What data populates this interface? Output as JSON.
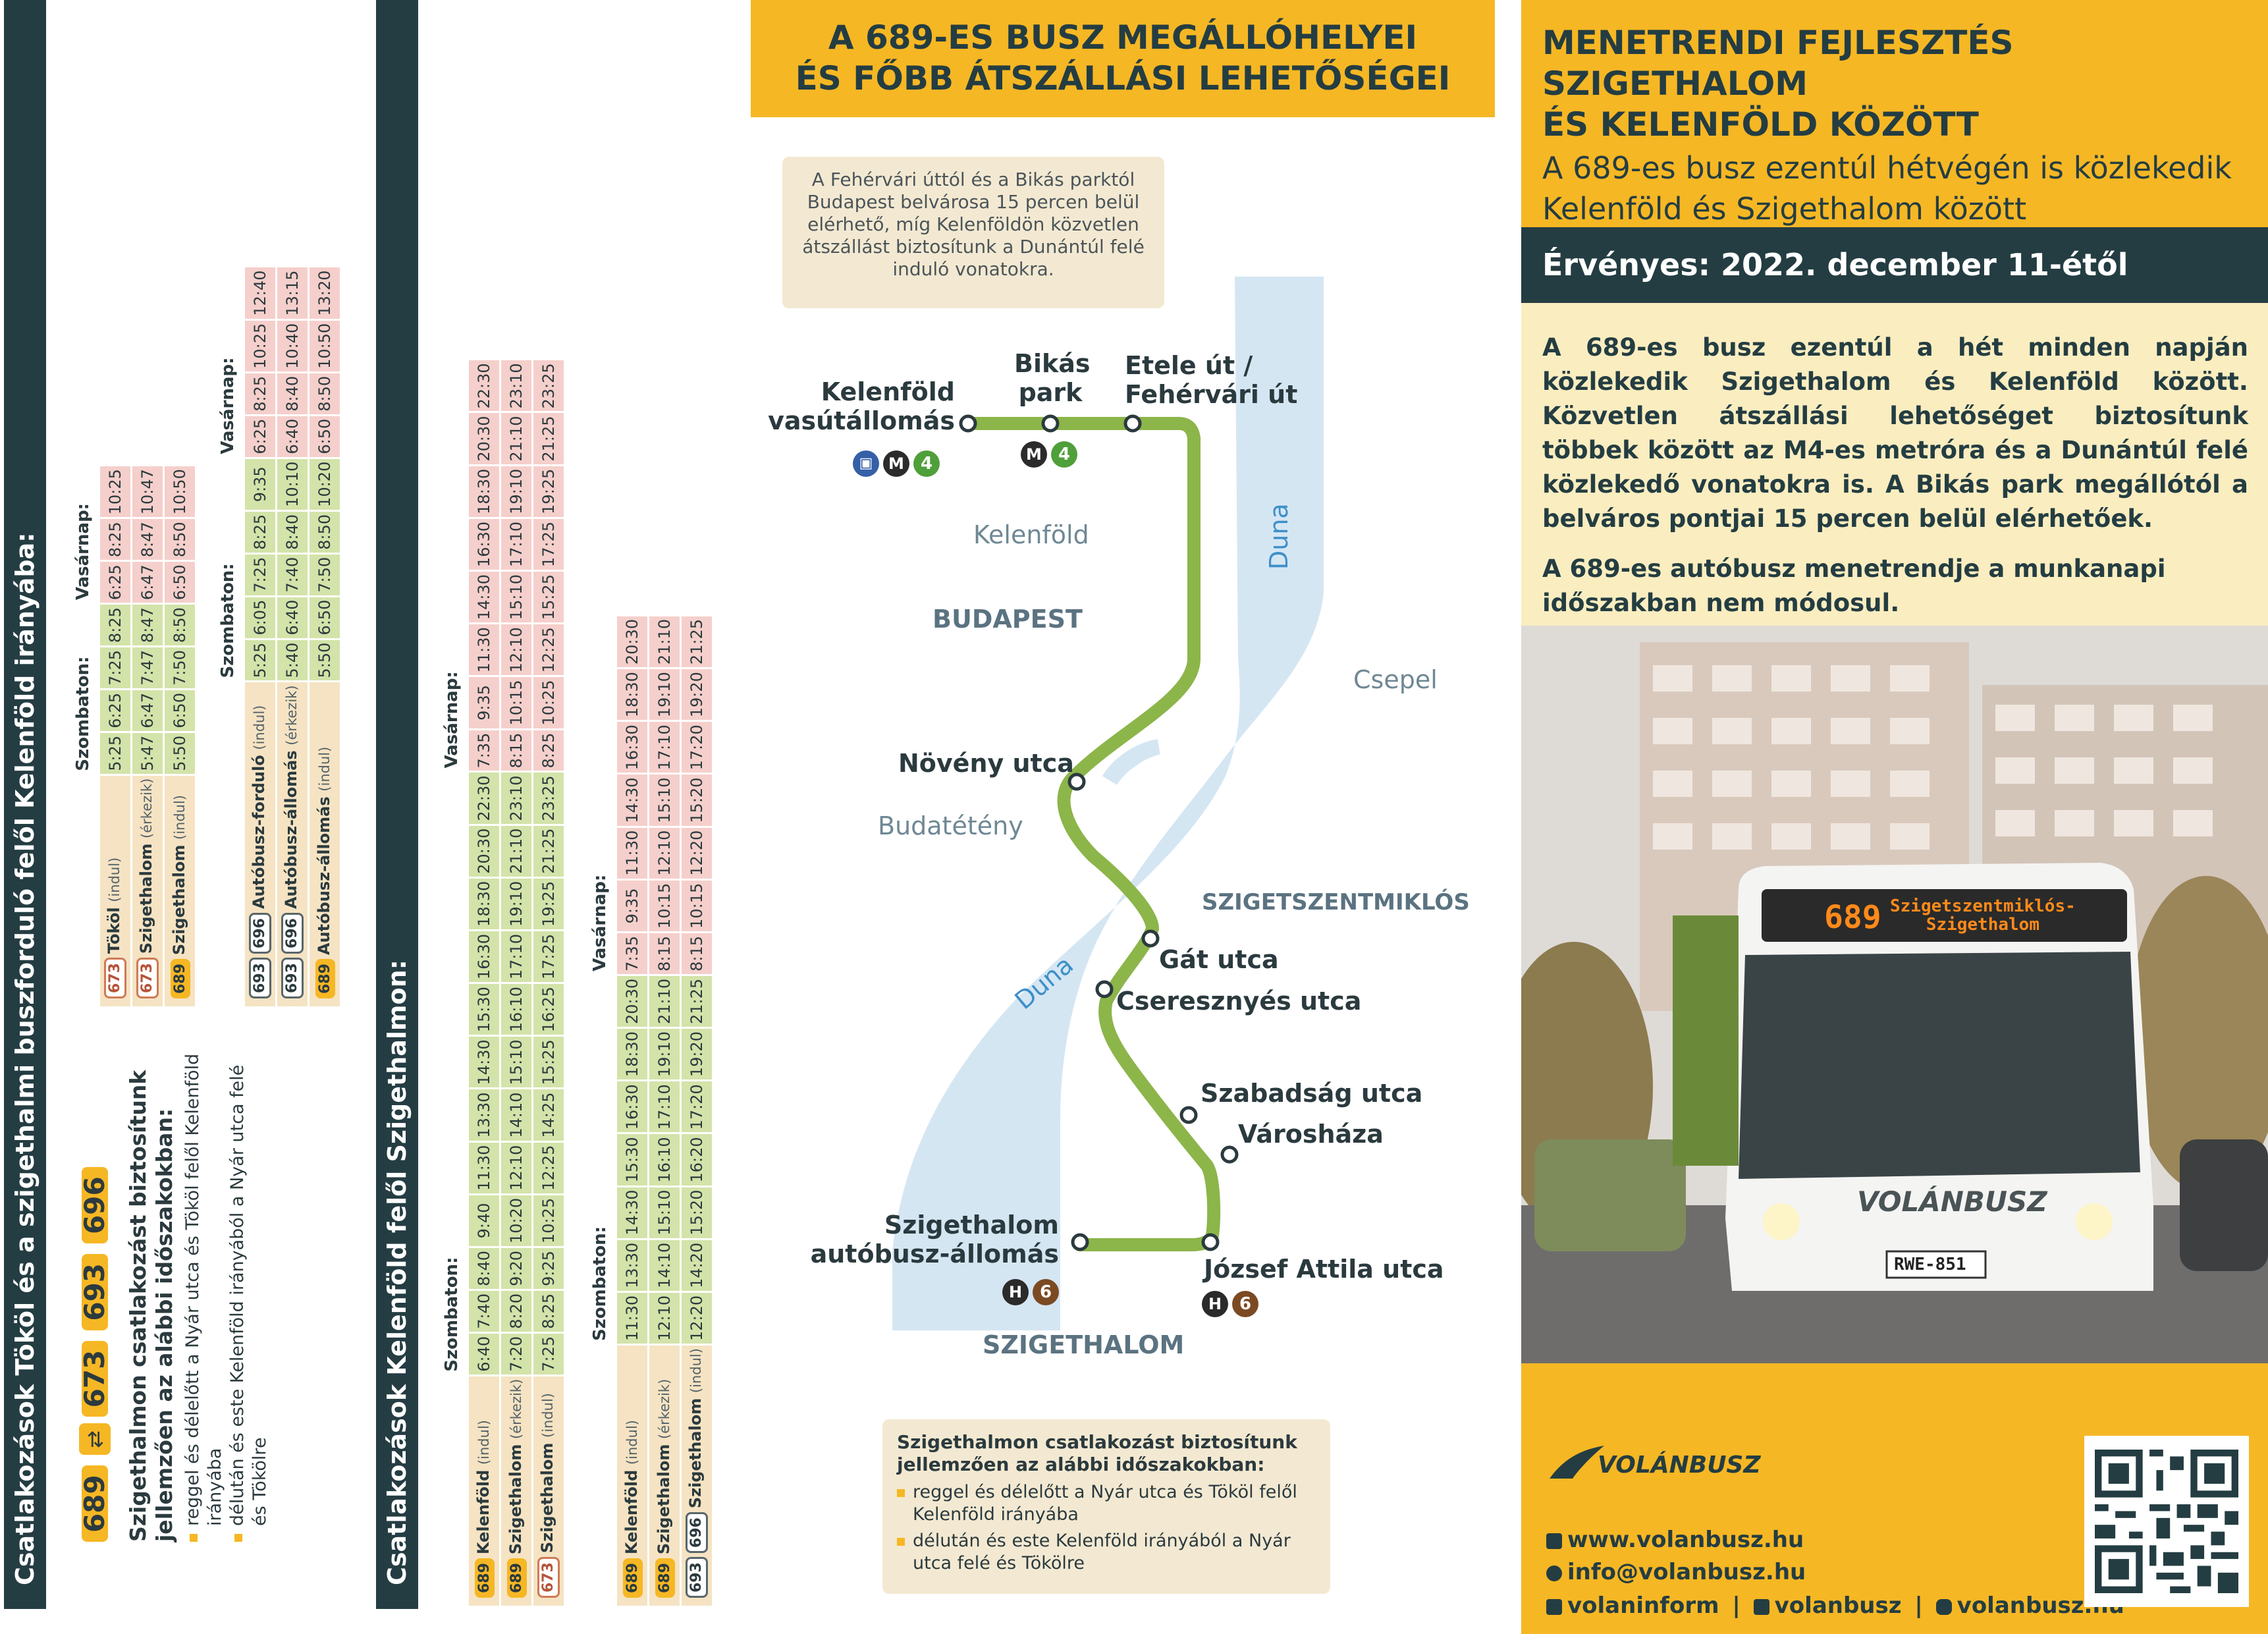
{
  "panel1": {
    "bar": "Csatlakozások Tököl és a szigethalmi buszforduló felől Kelenföld irányába:",
    "t1": {
      "sat_label": "Szombaton:",
      "sun_label": "Vasárnap:",
      "rows": [
        {
          "badges": [
            {
              "n": "673",
              "c": "o"
            }
          ],
          "stop": "Tököl",
          "note": "(indul)",
          "vals": [
            "5:25",
            "6:25",
            "7:25",
            "8:25",
            "6:25",
            "8:25",
            "10:25"
          ]
        },
        {
          "badges": [
            {
              "n": "673",
              "c": "o"
            }
          ],
          "stop": "Szigethalom",
          "note": "(érkezik)",
          "vals": [
            "5:47",
            "6:47",
            "7:47",
            "8:47",
            "6:47",
            "8:47",
            "10:47"
          ]
        },
        {
          "badges": [
            {
              "n": "689",
              "c": "y"
            }
          ],
          "stop": "Szigethalom",
          "note": "(indul)",
          "vals": [
            "5:50",
            "6:50",
            "7:50",
            "8:50",
            "6:50",
            "8:50",
            "10:50"
          ]
        }
      ]
    },
    "t2": {
      "sat_label": "Szombaton:",
      "sun_label": "Vasárnap:",
      "rows": [
        {
          "badges": [
            {
              "n": "693",
              "c": "w"
            },
            {
              "n": "696",
              "c": "w"
            }
          ],
          "stop": "Autóbusz-forduló",
          "note": "(indul)",
          "vals": [
            "5:25",
            "6:05",
            "7:25",
            "8:25",
            "9:35",
            "6:25",
            "8:25",
            "10:25",
            "12:40"
          ]
        },
        {
          "badges": [
            {
              "n": "693",
              "c": "w"
            },
            {
              "n": "696",
              "c": "w"
            }
          ],
          "stop": "Autóbusz-állomás",
          "note": "(érkezik)",
          "vals": [
            "5:40",
            "6:40",
            "7:40",
            "8:40",
            "10:10",
            "6:40",
            "8:40",
            "10:40",
            "13:15"
          ]
        },
        {
          "badges": [
            {
              "n": "689",
              "c": "y"
            }
          ],
          "stop": "Autóbusz-állomás",
          "note": "(indul)",
          "vals": [
            "5:50",
            "6:50",
            "7:50",
            "8:50",
            "10:20",
            "6:50",
            "8:50",
            "10:50",
            "13:20"
          ]
        }
      ]
    },
    "info": {
      "badges": [
        "689",
        "673",
        "693",
        "696"
      ],
      "title": "Szigethalmon csatlakozást biztosítunk jellemzően az alábbi időszakokban:",
      "b1": "reggel és délelőtt a Nyár utca és Tököl felől Kelenföld irányába",
      "b2": "délután és este Kelenföld irányából a Nyár utca felé és Tökölre"
    }
  },
  "panel2": {
    "bar": "Csatlakozások Kelenföld felől Szigethalmon:",
    "t1": {
      "sat_label": "Szombaton:",
      "sun_label": "Vasárnap:",
      "rows": [
        {
          "badges": [
            {
              "n": "689",
              "c": "y"
            }
          ],
          "stop": "Kelenföld",
          "note": "(indul)",
          "vals": [
            "6:40",
            "7:40",
            "8:40",
            "9:40",
            "11:30",
            "13:30",
            "14:30",
            "15:30",
            "16:30",
            "18:30",
            "20:30",
            "22:30",
            "7:35",
            "9:35",
            "11:30",
            "14:30",
            "16:30",
            "18:30",
            "20:30",
            "22:30"
          ]
        },
        {
          "badges": [
            {
              "n": "689",
              "c": "y"
            }
          ],
          "stop": "Szigethalom",
          "note": "(érkezik)",
          "vals": [
            "7:20",
            "8:20",
            "9:20",
            "10:20",
            "12:10",
            "14:10",
            "15:10",
            "16:10",
            "17:10",
            "19:10",
            "21:10",
            "23:10",
            "8:15",
            "10:15",
            "12:10",
            "15:10",
            "17:10",
            "19:10",
            "21:10",
            "23:10"
          ]
        },
        {
          "badges": [
            {
              "n": "673",
              "c": "o"
            }
          ],
          "stop": "Szigethalom",
          "note": "(indul)",
          "vals": [
            "7:25",
            "8:25",
            "9:25",
            "10:25",
            "12:25",
            "14:25",
            "15:25",
            "16:25",
            "17:25",
            "19:25",
            "21:25",
            "23:25",
            "8:25",
            "10:25",
            "12:25",
            "15:25",
            "17:25",
            "19:25",
            "21:25",
            "23:25"
          ]
        }
      ]
    },
    "t2": {
      "sat_label": "Szombaton:",
      "sun_label": "Vasárnap:",
      "rows": [
        {
          "badges": [
            {
              "n": "689",
              "c": "y"
            }
          ],
          "stop": "Kelenföld",
          "note": "(indul)",
          "vals": [
            "11:30",
            "13:30",
            "14:30",
            "15:30",
            "16:30",
            "18:30",
            "20:30",
            "7:35",
            "9:35",
            "11:30",
            "14:30",
            "16:30",
            "18:30",
            "20:30"
          ]
        },
        {
          "badges": [
            {
              "n": "689",
              "c": "y"
            }
          ],
          "stop": "Szigethalom",
          "note": "(érkezik)",
          "vals": [
            "12:10",
            "14:10",
            "15:10",
            "16:10",
            "17:10",
            "19:10",
            "21:10",
            "8:15",
            "10:15",
            "12:10",
            "15:10",
            "17:10",
            "19:10",
            "21:10"
          ]
        },
        {
          "badges": [
            {
              "n": "693",
              "c": "w"
            },
            {
              "n": "696",
              "c": "w"
            }
          ],
          "stop": "Szigethalom",
          "note": "(indul)",
          "vals": [
            "12:20",
            "14:20",
            "15:20",
            "16:20",
            "17:20",
            "19:20",
            "21:25",
            "8:15",
            "10:15",
            "12:20",
            "15:20",
            "17:20",
            "19:20",
            "21:25"
          ]
        }
      ]
    }
  },
  "map": {
    "header_l1": "A 689-ES BUSZ MEGÁLLÓHELYEI",
    "header_l2": "ÉS FŐBB ÁTSZÁLLÁSI LEHETŐSÉGEI",
    "note": "A Fehérvári úttól és a Bikás parktól Budapest belvárosa 15 percen belül elérhető, míg Kelenföldön közvetlen átszállást biztosítunk a Dunántúl felé induló vonatokra.",
    "stops": {
      "kelenfold_1": "Kelenföld",
      "kelenfold_2": "vasútállomás",
      "bikas_1": "Bikás",
      "bikas_2": "park",
      "etele_1": "Etele út /",
      "etele_2": "Fehérvári út",
      "noveny": "Növény utca",
      "gat": "Gát utca",
      "cseresznyes": "Cseresznyés utca",
      "szabadsag": "Szabadság utca",
      "varoshaza": "Városháza",
      "szig_1": "Szigethalom",
      "szig_2": "autóbusz-állomás",
      "jozsef": "József Attila utca"
    },
    "areas": {
      "kelenfold": "Kelenföld",
      "budapest": "BUDAPEST",
      "csepel": "Csepel",
      "budatetny": "Budatétény",
      "szigetszentmiklos": "SZIGETSZENTMIKLÓS",
      "szigethalom": "SZIGETHALOM",
      "duna1": "Duna",
      "duna2": "Duna"
    },
    "lines": {
      "m4": "4",
      "h6": "6",
      "metro": "M",
      "hev": "H"
    },
    "box_title": "Szigethalmon csatlakozást biztosítunk jellemzően az alábbi időszakokban:",
    "box_b1": "reggel és délelőtt a Nyár utca és Tököl felől Kelenföld irányába",
    "box_b2": "délután és este Kelenföld irányából a Nyár utca felé és Tökölre"
  },
  "right": {
    "title_l1": "MENETRENDI FEJLESZTÉS SZIGETHALOM",
    "title_l2": "ÉS KELENFÖLD KÖZÖTT",
    "sub_l1": "A 689-es busz ezentúl hétvégén is közlekedik",
    "sub_l2": "Kelenföld és Szigethalom között",
    "valid": "Érvényes: 2022. december 11-étől",
    "p1": "A 689-es busz ezentúl a hét minden napján közlekedik Szigethalom és Kelenföld között. Közvetlen átszállási lehetőséget biztosítunk többek között az M4-es metróra és a Dunántúl felé közlekedő vonatokra is. A Bikás park megállótól a belváros pontjai 15 percen belül elérhetőek.",
    "p2": "A 689-es autóbusz menetrendje a munkanapi időszakban nem módosul.",
    "bus_display_num": "689",
    "bus_display_l1": "Szigetszentmiklós-",
    "bus_display_l2": "Szigethalom",
    "bus_brand": "VOLÁNBUSZ",
    "plate": "RWE-851",
    "logo": "VOLÁNBUSZ",
    "web": "www.volanbusz.hu",
    "email": "info@volanbusz.hu",
    "fb1": "volaninform",
    "fb2": "volanbusz",
    "ig": "volanbusz.hu",
    "sep": "|"
  },
  "colors": {
    "navy": "#243d42",
    "yellow": "#f6b724",
    "green": "#8cb54a",
    "sat": "#d3e3a9",
    "sun": "#f5cfcb",
    "river": "#d5e6f3",
    "cream": "#f3e9d2"
  }
}
